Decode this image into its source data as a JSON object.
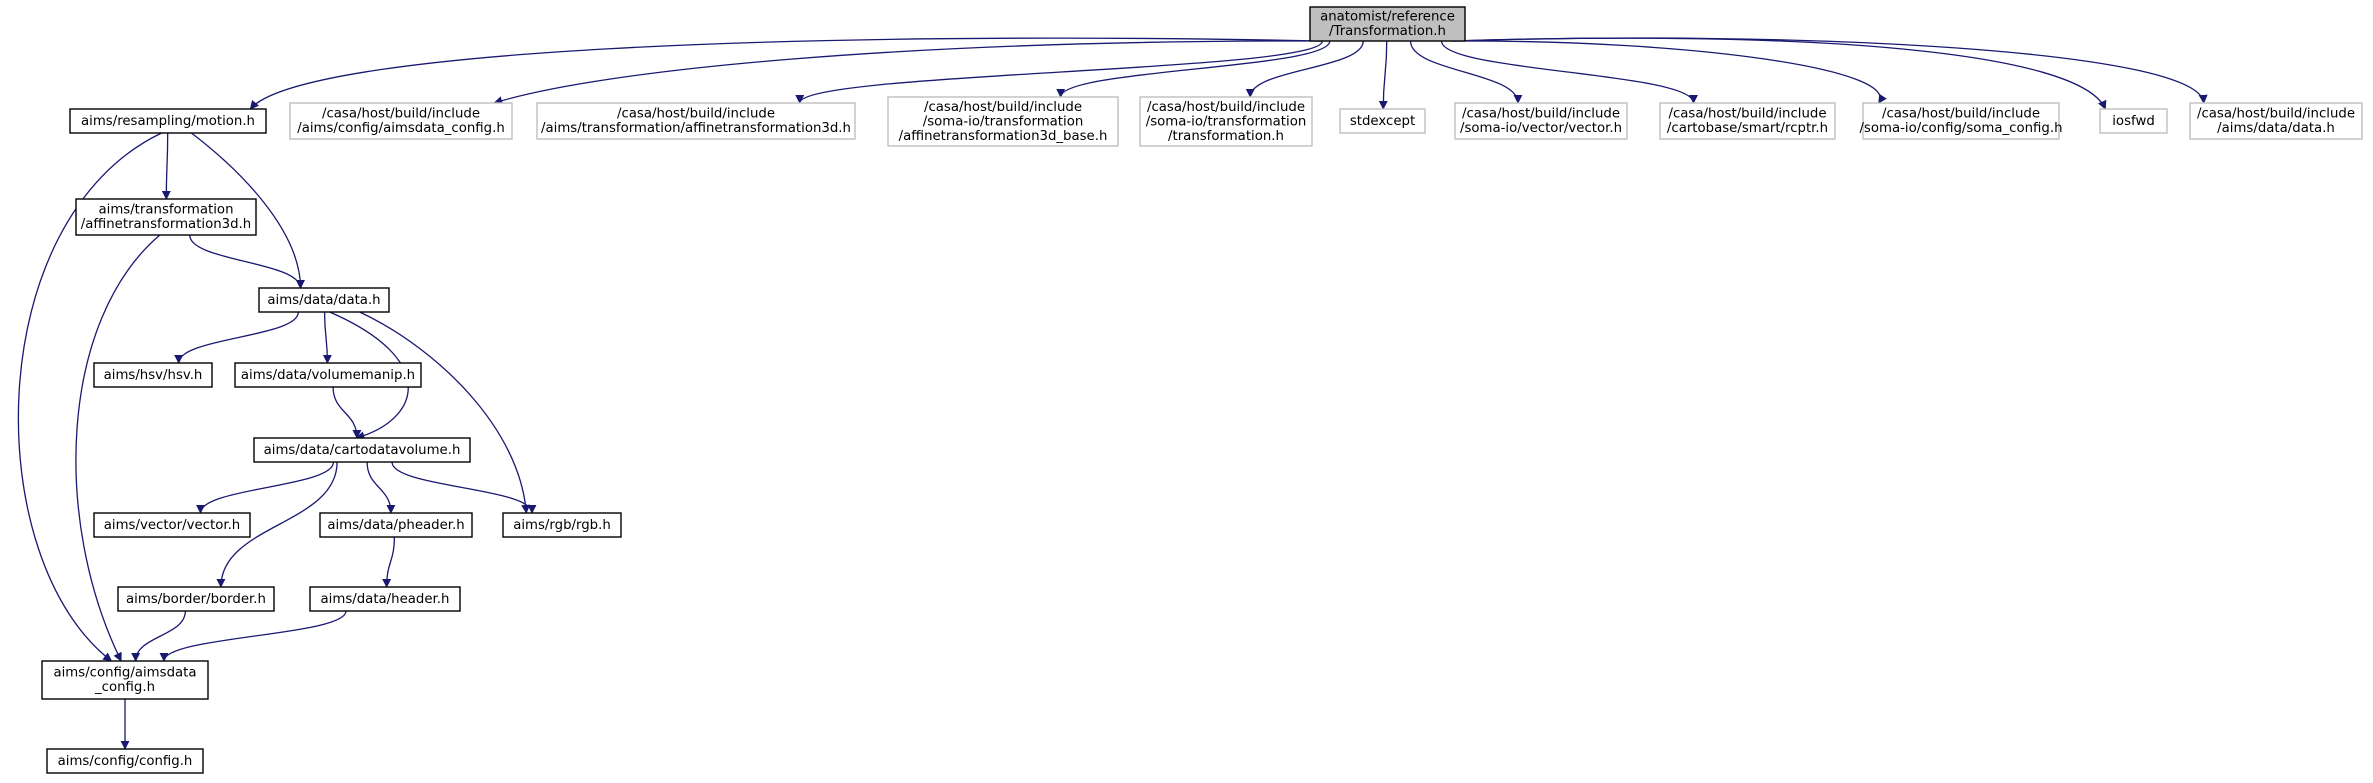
{
  "colors": {
    "edge": "#191970",
    "root_fill": "#bfbfbf",
    "root_stroke": "#000000",
    "node_fill": "#ffffff",
    "node_stroke": "#000000",
    "external_stroke": "#bfbfbf"
  },
  "nodes": [
    {
      "id": "root",
      "kind": "root",
      "lines": [
        "anatomist/reference",
        "/Transformation.h"
      ]
    },
    {
      "id": "motion",
      "kind": "internal",
      "lines": [
        "aims/resampling/motion.h"
      ]
    },
    {
      "id": "ext_aimsdata_config",
      "kind": "external",
      "lines": [
        "/casa/host/build/include",
        "/aims/config/aimsdata_config.h"
      ]
    },
    {
      "id": "ext_affinetransformation3d",
      "kind": "external",
      "lines": [
        "/casa/host/build/include",
        "/aims/transformation/affinetransformation3d.h"
      ]
    },
    {
      "id": "ext_affinetransformation3d_base",
      "kind": "external",
      "lines": [
        "/casa/host/build/include",
        "/soma-io/transformation",
        "/affinetransformation3d_base.h"
      ]
    },
    {
      "id": "ext_transformation",
      "kind": "external",
      "lines": [
        "/casa/host/build/include",
        "/soma-io/transformation",
        "/transformation.h"
      ]
    },
    {
      "id": "stdexcept",
      "kind": "external",
      "lines": [
        "stdexcept"
      ]
    },
    {
      "id": "ext_vector",
      "kind": "external",
      "lines": [
        "/casa/host/build/include",
        "/soma-io/vector/vector.h"
      ]
    },
    {
      "id": "ext_rcptr",
      "kind": "external",
      "lines": [
        "/casa/host/build/include",
        "/cartobase/smart/rcptr.h"
      ]
    },
    {
      "id": "ext_soma_config",
      "kind": "external",
      "lines": [
        "/casa/host/build/include",
        "/soma-io/config/soma_config.h"
      ]
    },
    {
      "id": "iosfwd",
      "kind": "external",
      "lines": [
        "iosfwd"
      ]
    },
    {
      "id": "ext_data",
      "kind": "external",
      "lines": [
        "/casa/host/build/include",
        "/aims/data/data.h"
      ]
    },
    {
      "id": "affine",
      "kind": "internal",
      "lines": [
        "aims/transformation",
        "/affinetransformation3d.h"
      ]
    },
    {
      "id": "data",
      "kind": "internal",
      "lines": [
        "aims/data/data.h"
      ]
    },
    {
      "id": "hsv",
      "kind": "internal",
      "lines": [
        "aims/hsv/hsv.h"
      ]
    },
    {
      "id": "volumemanip",
      "kind": "internal",
      "lines": [
        "aims/data/volumemanip.h"
      ]
    },
    {
      "id": "cartodatavolume",
      "kind": "internal",
      "lines": [
        "aims/data/cartodatavolume.h"
      ]
    },
    {
      "id": "vector",
      "kind": "internal",
      "lines": [
        "aims/vector/vector.h"
      ]
    },
    {
      "id": "pheader",
      "kind": "internal",
      "lines": [
        "aims/data/pheader.h"
      ]
    },
    {
      "id": "rgb",
      "kind": "internal",
      "lines": [
        "aims/rgb/rgb.h"
      ]
    },
    {
      "id": "border",
      "kind": "internal",
      "lines": [
        "aims/border/border.h"
      ]
    },
    {
      "id": "header",
      "kind": "internal",
      "lines": [
        "aims/data/header.h"
      ]
    },
    {
      "id": "config_aimsdata",
      "kind": "internal",
      "lines": [
        "aims/config/aimsdata",
        "_config.h"
      ]
    },
    {
      "id": "config",
      "kind": "internal",
      "lines": [
        "aims/config/config.h"
      ]
    }
  ],
  "edges": [
    {
      "from": "root",
      "to": "motion"
    },
    {
      "from": "root",
      "to": "ext_aimsdata_config"
    },
    {
      "from": "root",
      "to": "ext_affinetransformation3d"
    },
    {
      "from": "root",
      "to": "ext_affinetransformation3d_base"
    },
    {
      "from": "root",
      "to": "ext_transformation"
    },
    {
      "from": "root",
      "to": "stdexcept"
    },
    {
      "from": "root",
      "to": "ext_vector"
    },
    {
      "from": "root",
      "to": "ext_rcptr"
    },
    {
      "from": "root",
      "to": "ext_soma_config"
    },
    {
      "from": "root",
      "to": "iosfwd"
    },
    {
      "from": "root",
      "to": "ext_data"
    },
    {
      "from": "motion",
      "to": "affine"
    },
    {
      "from": "motion",
      "to": "data"
    },
    {
      "from": "motion",
      "to": "config_aimsdata"
    },
    {
      "from": "affine",
      "to": "data"
    },
    {
      "from": "affine",
      "to": "config_aimsdata"
    },
    {
      "from": "data",
      "to": "hsv"
    },
    {
      "from": "data",
      "to": "volumemanip"
    },
    {
      "from": "data",
      "to": "cartodatavolume"
    },
    {
      "from": "data",
      "to": "rgb"
    },
    {
      "from": "volumemanip",
      "to": "cartodatavolume"
    },
    {
      "from": "cartodatavolume",
      "to": "vector"
    },
    {
      "from": "cartodatavolume",
      "to": "pheader"
    },
    {
      "from": "cartodatavolume",
      "to": "rgb"
    },
    {
      "from": "cartodatavolume",
      "to": "border"
    },
    {
      "from": "pheader",
      "to": "header"
    },
    {
      "from": "border",
      "to": "config_aimsdata"
    },
    {
      "from": "header",
      "to": "config_aimsdata"
    },
    {
      "from": "config_aimsdata",
      "to": "config"
    }
  ]
}
